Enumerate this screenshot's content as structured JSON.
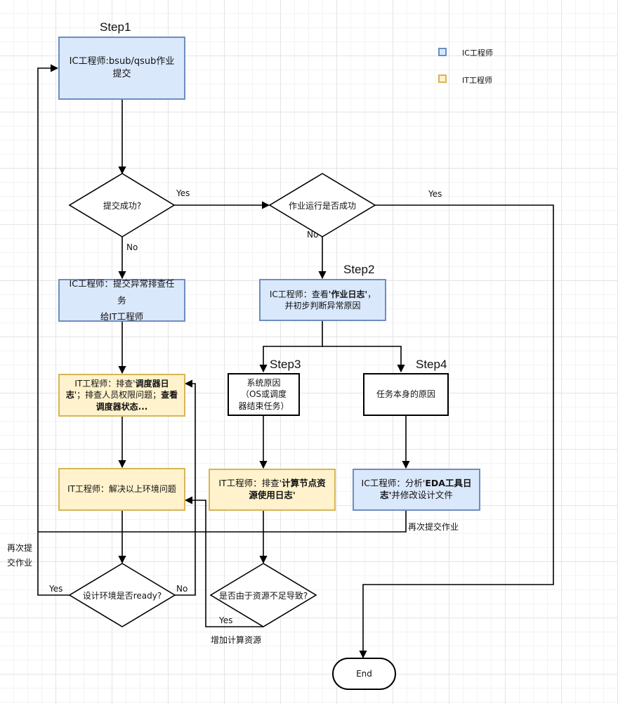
{
  "steps": {
    "s1": "Step1",
    "s2": "Step2",
    "s3": "Step3",
    "s4": "Step4"
  },
  "legend": {
    "ic": {
      "label": "IC工程师",
      "color": "#dae8fc"
    },
    "it": {
      "label": "IT工程师",
      "color": "#fff2cc"
    }
  },
  "nodes": {
    "submit": "IC工程师:bsub/qsub作业提交",
    "submit_ok": "提交成功?",
    "job_ok": "作业运行是否成功",
    "submit_fail_line1": "IC工程师：提交异常排查任务",
    "submit_fail_line2": "给IT工程师",
    "view_log_pre": "IC工程师：查看",
    "view_log_bold": "'作业日志'",
    "view_log_post": "，并初步判断异常原因",
    "it_check_pre": "IT工程师：排查'",
    "it_check_bold": "调度器日志",
    "it_check_mid": "'；排查人员权限问题；",
    "it_check_bold2": "查看调度器状态...",
    "system_reason": "系统原因（OS或调度器结束任务）",
    "task_reason": "任务本身的原因",
    "it_fix": "IT工程师：解决以上环境问题",
    "it_node_pre": "IT工程师：排查'",
    "it_node_bold": "计算节点资源使用日志'",
    "ic_eda_pre": "IC工程师：分析'",
    "ic_eda_bold": "EDA工具日志'",
    "ic_eda_post": "并修改设计文件",
    "env_ready": "设计环境是否ready?",
    "resource_short": "是否由于资源不足导致?",
    "end": "End"
  },
  "edge_labels": {
    "yes1": "Yes",
    "no1": "No",
    "yes2": "Yes",
    "no2": "No",
    "resubmit_right": "再次提交作业",
    "resubmit_left_1": "再次提",
    "resubmit_left_2": "交作业",
    "env_yes": "Yes",
    "env_no": "No",
    "res_yes": "Yes",
    "add_resources": "增加计算资源"
  }
}
